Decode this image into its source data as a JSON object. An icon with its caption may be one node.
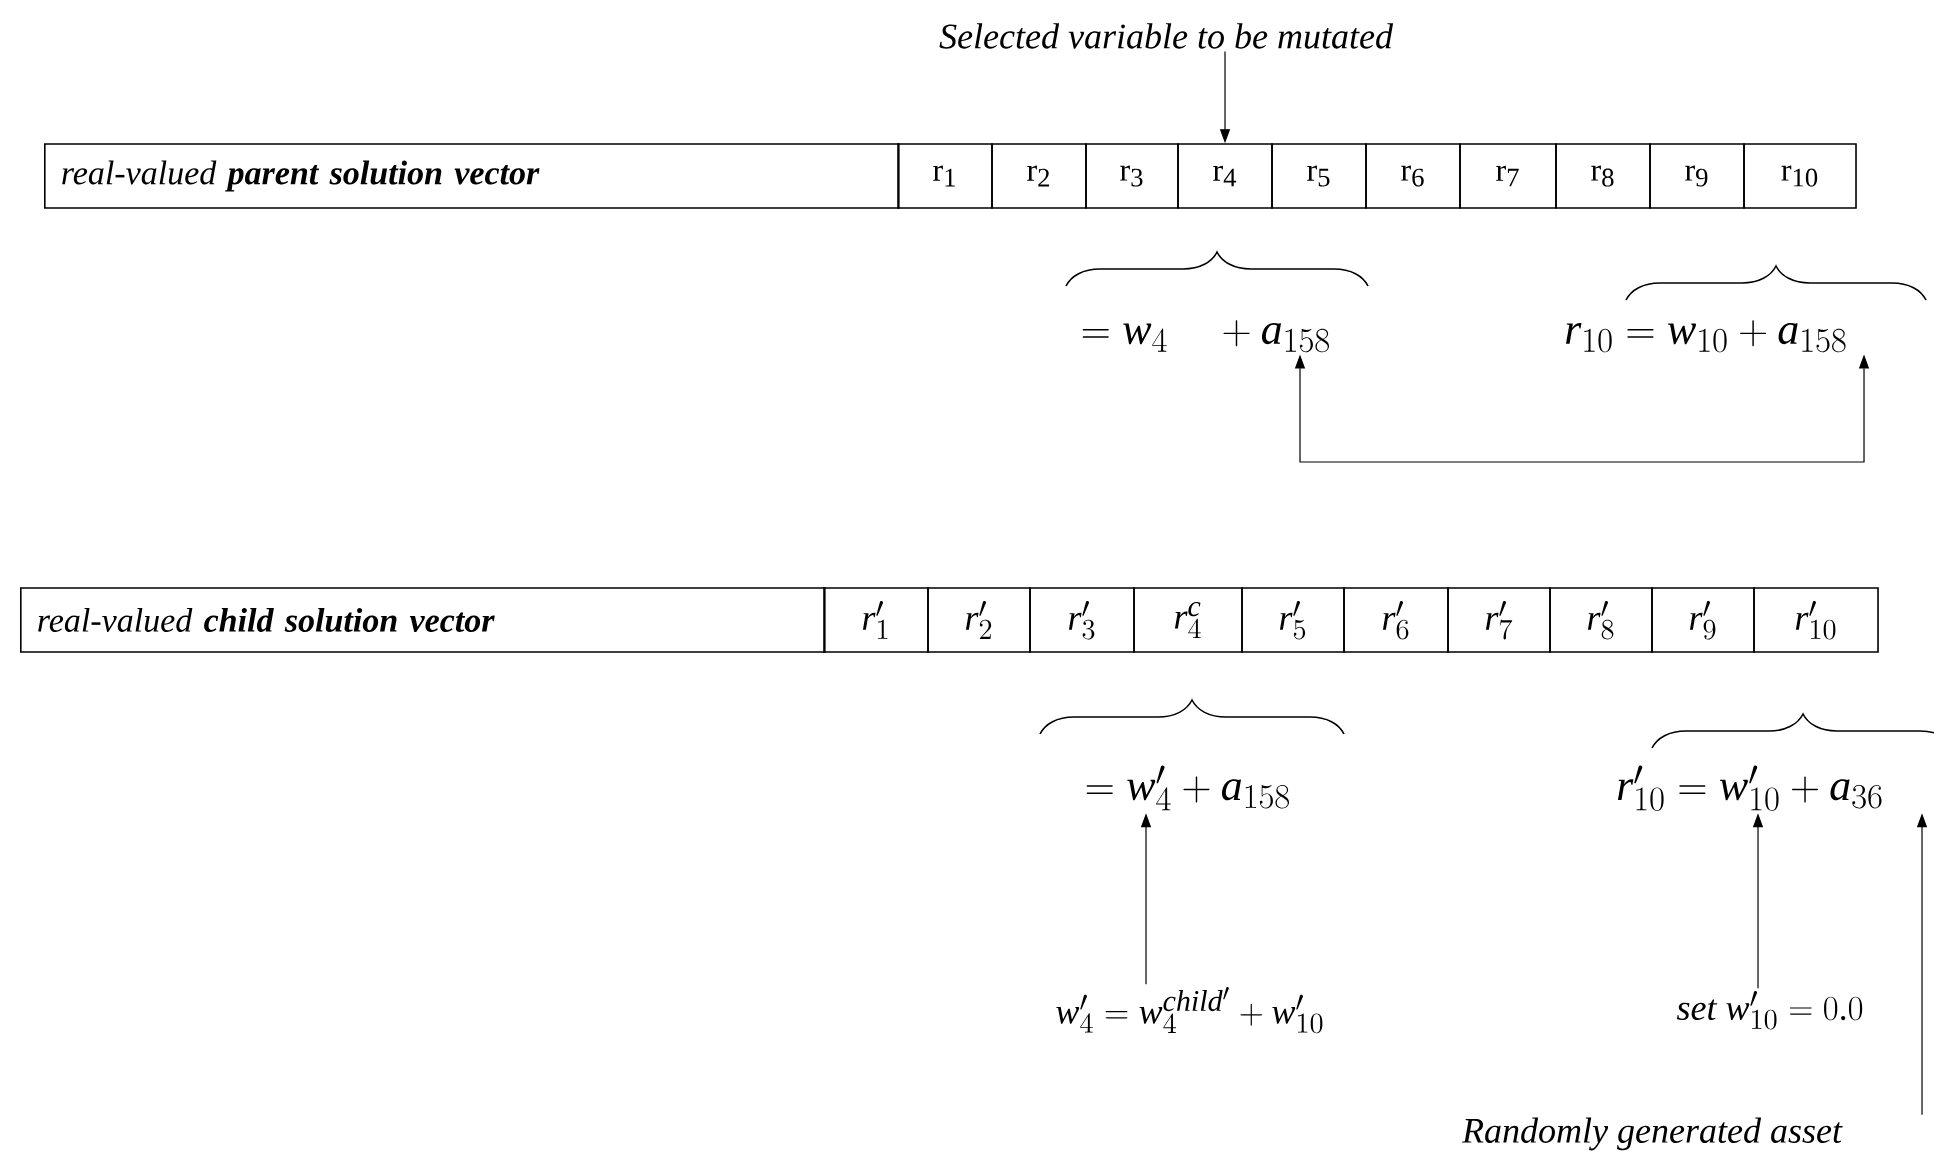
{
  "diagram": {
    "nodes": [
      {
        "text": [
          "real-valued **parent solution vector**"
        ]
      },
      {
        "text": [
          "r$_{1}$"
        ]
      },
      {
        "text": [
          "r$_{2}$"
        ]
      },
      {
        "text": [
          "r$_{3}$"
        ]
      },
      {
        "text": [
          "r$_{4}$"
        ]
      },
      {
        "text": [
          "r$_{5}$"
        ]
      },
      {
        "text": [
          "r$_{6}$"
        ]
      },
      {
        "text": [
          "r$_{7}$"
        ]
      },
      {
        "text": [
          "r$_{8}$"
        ]
      },
      {
        "text": [
          "r$_{9}$"
        ]
      },
      {
        "text": [
          "r$_{10}$"
        ]
      },
      {
        "text": [
          "Selected variable to be mutated"
        ]
      },
      {
        "text": [
          "= w_4 \\quad + a_{158}"
        ]
      },
      {
        "text": [
          "r_{10} = w_{10} + a_{158}"
        ]
      },
      {
        "text": [
          "real-valued **child solution vector**"
        ]
      },
      {
        "text": [
          "r'_1"
        ]
      },
      {
        "text": [
          "r'_2"
        ]
      },
      {
        "text": [
          "r'_3"
        ]
      },
      {
        "text": [
          "r^c_4"
        ]
      },
      {
        "text": [
          "r'_5"
        ]
      },
      {
        "text": [
          "r'_6"
        ]
      },
      {
        "text": [
          "r'_7"
        ]
      },
      {
        "text": [
          "r'_8"
        ]
      },
      {
        "text": [
          "r'_9"
        ]
      },
      {
        "text": [
          "r'_{10}"
        ]
      },
      {
        "text": [
          "= w'_4 + a_{158}"
        ]
      },
      {
        "text": [
          "r'_{10} = w'_{10} + a_{36}"
        ]
      },
      {
        "text": [
          "w'_4 = w_4^{child'} + w'_{10}"
        ]
      },
      {
        "text": [
          "set",
          "w'_{10} = 0.0"
        ]
      },
      {
        "text": [
          "Randomly generated asset"
        ]
      }
    ],
    "edges": [
      {
        "from": 11,
        "to": 4,
        "arrow": "to"
      },
      {
        "from": 12,
        "to": 13,
        "arrow": "both"
      },
      {
        "from": 27,
        "to": 25,
        "arrow": "to"
      },
      {
        "from": 28,
        "to": 26,
        "arrow": "to"
      },
      {
        "from": 29,
        "to": 26,
        "arrow": "to"
      }
    ]
  }
}
